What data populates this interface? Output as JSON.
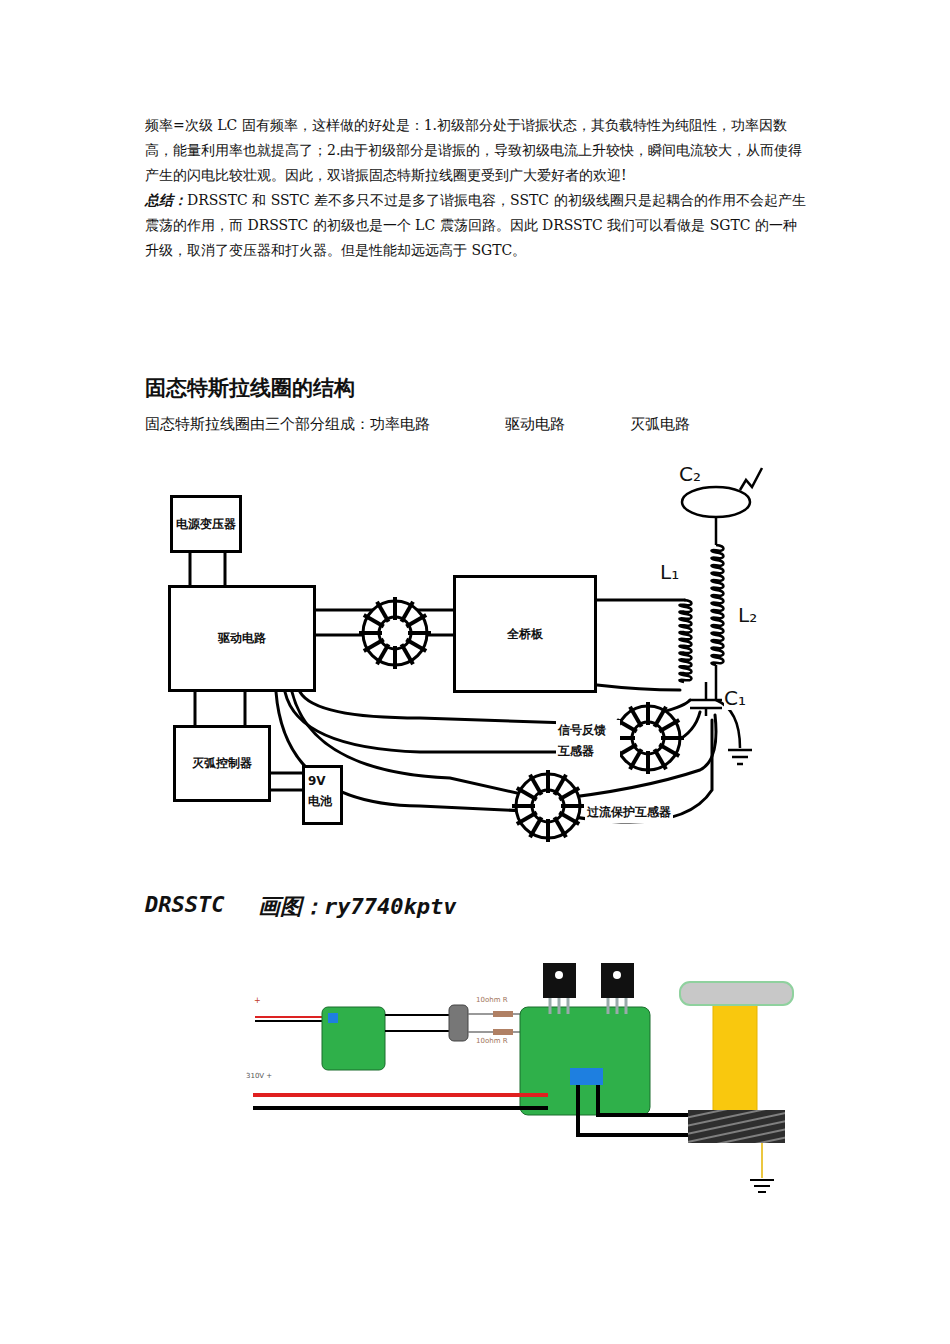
{
  "diagram": {
    "title": "固态特斯拉线圈的结构",
    "nodes": [
      {
        "text": [
          "电源变压器"
        ]
      },
      {
        "text": [
          "驱动电路"
        ]
      },
      {
        "text": [
          "全桥板"
        ]
      },
      {
        "text": [
          "灭弧控制器"
        ]
      },
      {
        "text": [
          "9V 电池"
        ]
      }
    ],
    "edges": [
      {
        "from": 0,
        "to": 1,
        "arrow": "none"
      },
      {
        "from": 1,
        "to": 2,
        "arrow": "none"
      },
      {
        "from": 1,
        "to": 3,
        "arrow": "none"
      },
      {
        "from": 3,
        "to": 4,
        "arrow": "none"
      }
    ],
    "labels": [
      "频率=次级 LC 固有频率，这样做的好处是：1.初级部分处于谐振状态，其负载特性为纯阻性，功率因数高，能量利用率也就提高了；2.由于初级部分是谐振的，导致初级电流上升较快，瞬间电流较大，从而使得产生的闪电比较壮观。因此，双谐振固态特斯拉线圈更受到广大爱好者的欢迎!",
      "总结：",
      "DRSSTC 和 SSTC 差不多只不过是多了谐振电容，SSTC 的初级线圈只是起耦合的作用不会起产生震荡的作用，而 DRSSTC 的初级也是一个 LC 震荡回路。因此 DRSSTC 我们可以看做是 SGTC 的一种升级，取消了变压器和打火器。但是性能却远远高于 SGTC。",
      "固态特斯拉线圈由三个部分组成：功率电路",
      "驱动电路",
      "灭弧电路",
      "信号反馈 互感器",
      "过流保护互感器",
      "L₁",
      "L₂",
      "C₁",
      "C₂",
      "DRSSTC",
      "画图：ry7740kptv",
      "+",
      "10ohm R",
      "10ohm R",
      "310V +"
    ]
  }
}
